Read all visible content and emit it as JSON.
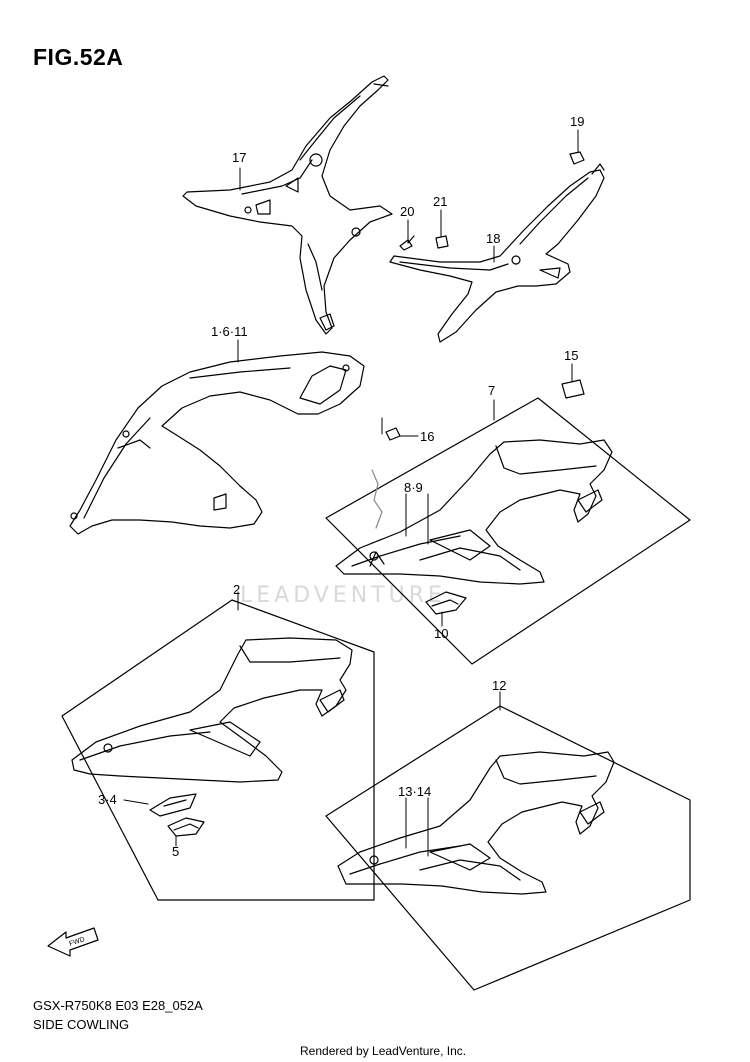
{
  "figure": {
    "title": "FIG.52A"
  },
  "callouts": [
    {
      "id": "c17",
      "label": "17"
    },
    {
      "id": "c19",
      "label": "19"
    },
    {
      "id": "c20",
      "label": "20"
    },
    {
      "id": "c21",
      "label": "21"
    },
    {
      "id": "c18",
      "label": "18"
    },
    {
      "id": "c1611",
      "label": "1·6·11"
    },
    {
      "id": "c15",
      "label": "15"
    },
    {
      "id": "c7",
      "label": "7"
    },
    {
      "id": "c16",
      "label": "16"
    },
    {
      "id": "c89",
      "label": "8·9"
    },
    {
      "id": "c10",
      "label": "10"
    },
    {
      "id": "c2",
      "label": "2"
    },
    {
      "id": "c12",
      "label": "12"
    },
    {
      "id": "c34",
      "label": "3·4"
    },
    {
      "id": "c5",
      "label": "5"
    },
    {
      "id": "c1314",
      "label": "13·14"
    }
  ],
  "watermark": "LEADVENTURE",
  "fwd_icon": {
    "name": "fwd-arrow-icon",
    "label": "FWD"
  },
  "footer": {
    "model_code": "GSX-R750K8 E03 E28_052A",
    "section_name": "SIDE COWLING",
    "rendered_by": "Rendered by LeadVenture, Inc."
  }
}
